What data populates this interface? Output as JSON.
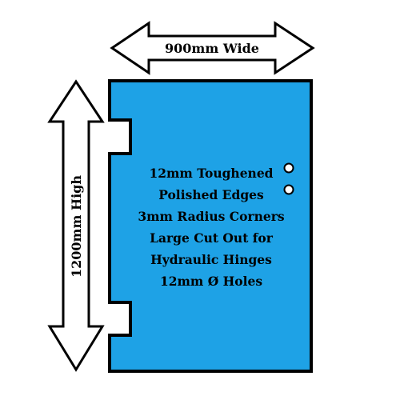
{
  "dimensions": {
    "width_label": "900mm Wide",
    "height_label": "1200mm High"
  },
  "spec_lines": [
    "12mm Toughened",
    "Polished Edges",
    "3mm Radius Corners",
    "Large Cut Out for",
    "Hydraulic Hinges",
    "12mm Ø Holes"
  ],
  "colors": {
    "glass_fill": "#1ea2e6",
    "outline": "#000000",
    "arrow_fill": "#ffffff",
    "hole_fill": "#ffffff"
  }
}
